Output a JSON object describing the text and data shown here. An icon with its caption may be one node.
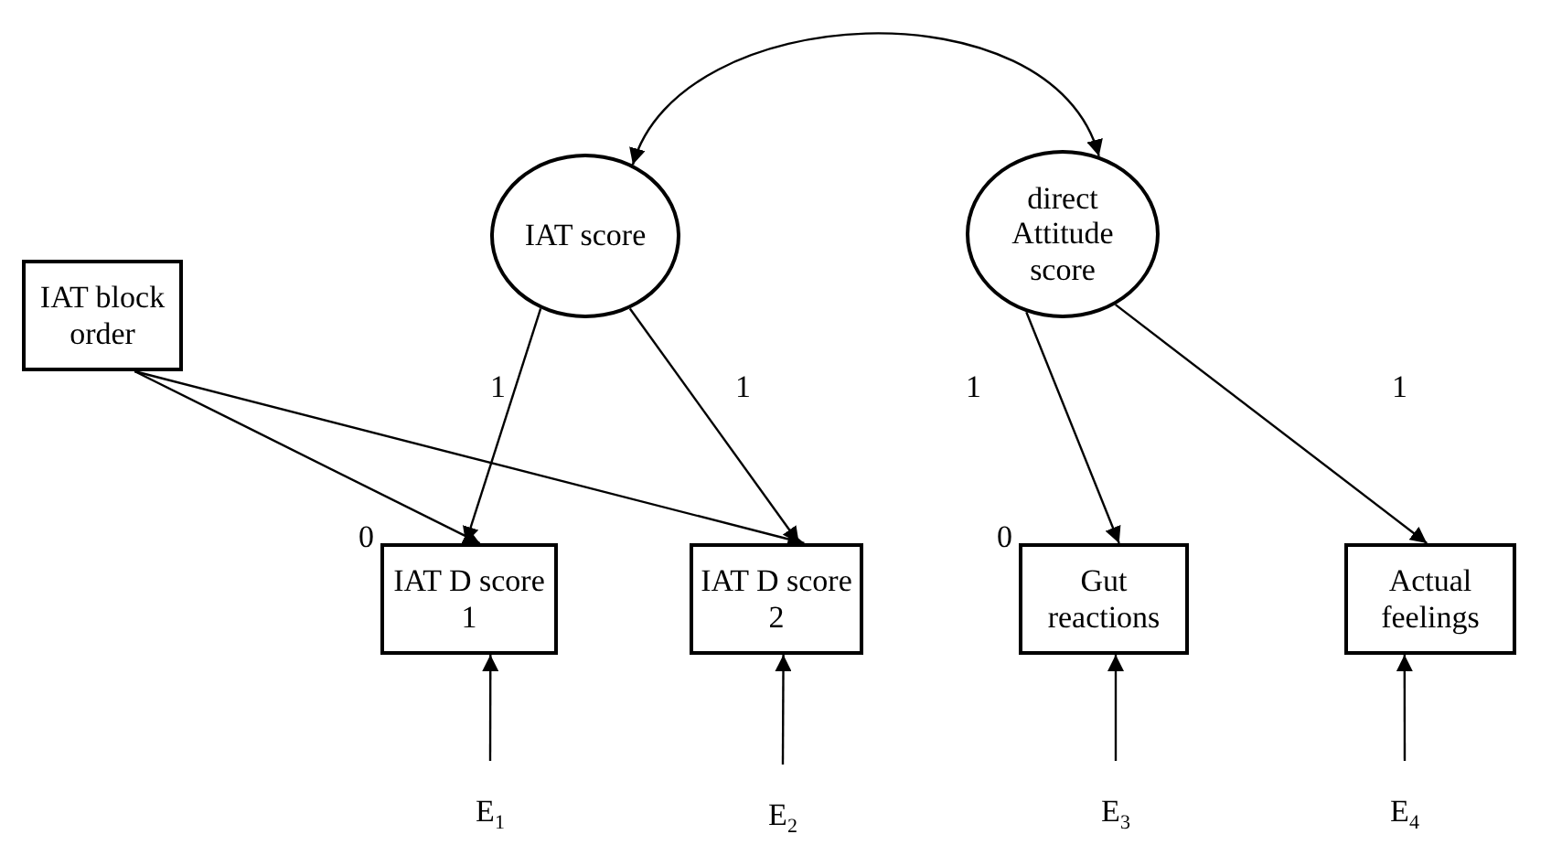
{
  "diagram": {
    "nodes": [
      {
        "text": [
          "IAT score"
        ]
      },
      {
        "text": [
          "direct Attitude score"
        ]
      },
      {
        "text": [
          "IAT block order"
        ]
      },
      {
        "text": [
          "IAT D score 1"
        ],
        "beside": [
          "0"
        ]
      },
      {
        "text": [
          "IAT D score 2"
        ]
      },
      {
        "text": [
          "Gut reactions"
        ],
        "beside": [
          "0"
        ]
      },
      {
        "text": [
          "Actual feelings"
        ]
      },
      {
        "text": [
          "E$_{1}$"
        ]
      },
      {
        "text": [
          "E$_{2}$"
        ]
      },
      {
        "text": [
          "E$_{3}$"
        ]
      },
      {
        "text": [
          "E$_{4}$"
        ]
      }
    ],
    "edges": [
      {
        "from": 0,
        "to": 1,
        "arrow": "both"
      },
      {
        "from": 0,
        "to": 3,
        "label": "1",
        "arrow": "to"
      },
      {
        "from": 0,
        "to": 4,
        "label": "1",
        "arrow": "to"
      },
      {
        "from": 1,
        "to": 5,
        "label": "1",
        "arrow": "to"
      },
      {
        "from": 1,
        "to": 6,
        "label": "1",
        "arrow": "to"
      },
      {
        "from": 2,
        "to": 3,
        "arrow": "to"
      },
      {
        "from": 2,
        "to": 4,
        "arrow": "to"
      },
      {
        "from": 7,
        "to": 3,
        "arrow": "to"
      },
      {
        "from": 8,
        "to": 4,
        "arrow": "to"
      },
      {
        "from": 9,
        "to": 5,
        "arrow": "to"
      },
      {
        "from": 10,
        "to": 6,
        "arrow": "to"
      }
    ]
  }
}
